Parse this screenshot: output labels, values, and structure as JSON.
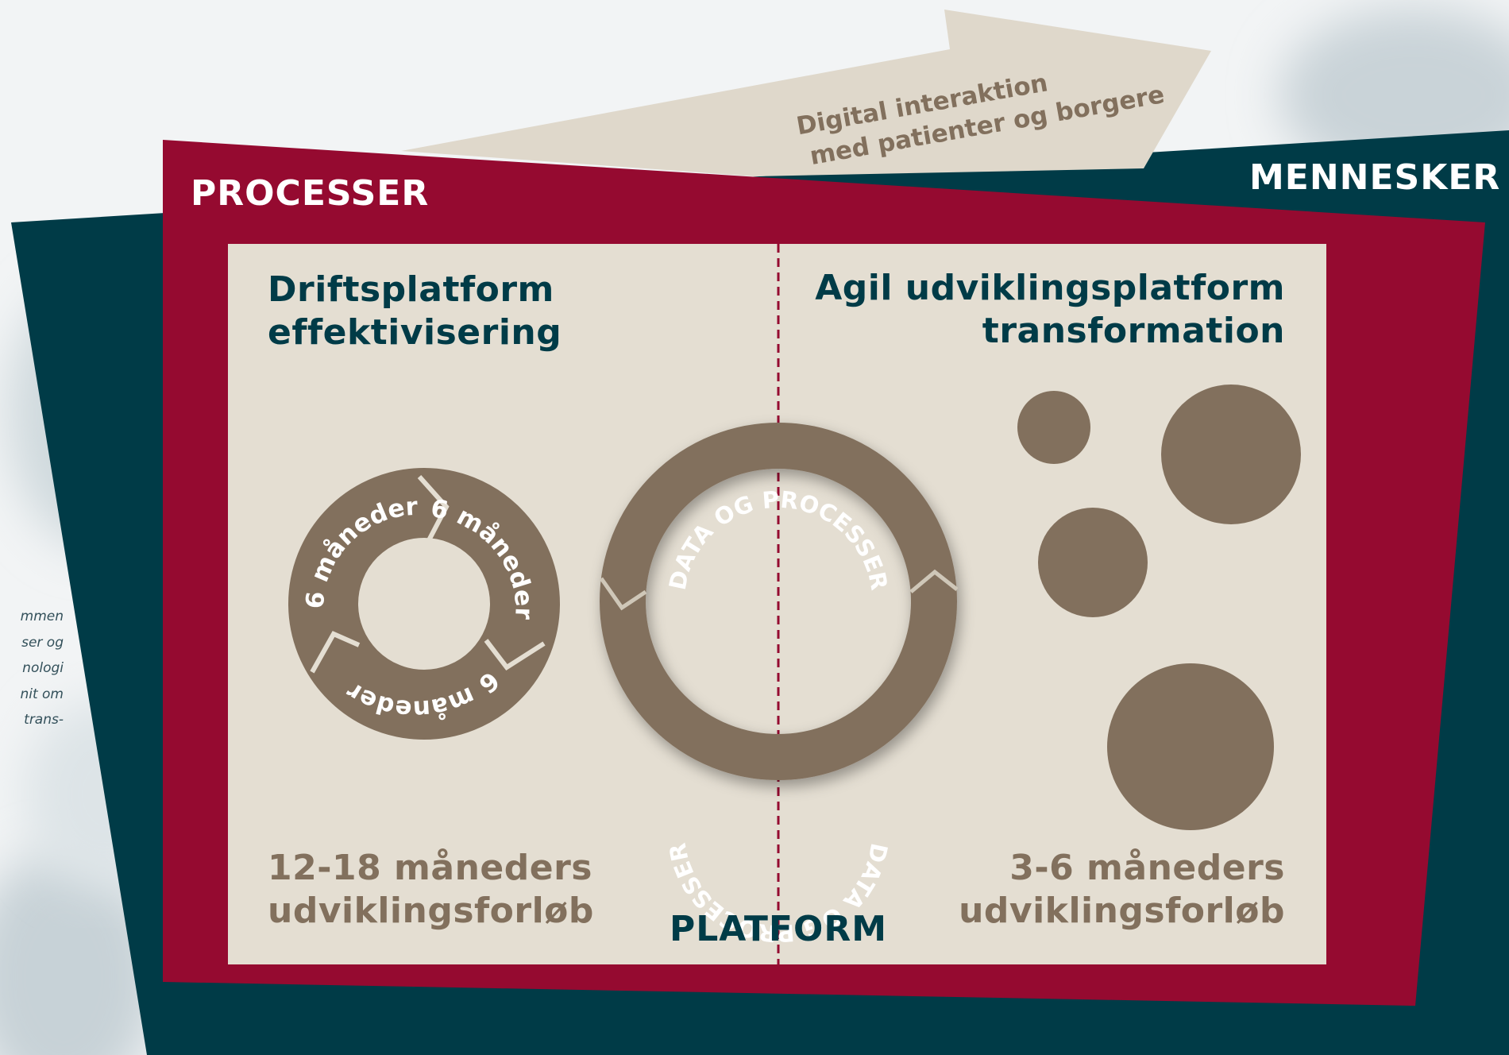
{
  "arrow": {
    "line1": "Digital interaktion",
    "line2": "med patienter og borgere"
  },
  "corners": {
    "processer": "PROCESSER",
    "mennesker": "MENNESKER",
    "platform": "PLATFORM"
  },
  "left_panel": {
    "title_line1": "Driftsplatform",
    "title_line2": "effektivisering",
    "duration_line1": "12-18 måneders",
    "duration_line2": "udviklingsforløb",
    "cycle_label": "6 måneder"
  },
  "right_panel": {
    "title_line1": "Agil udviklingsplatform",
    "title_line2": "transformation",
    "duration_line1": "3-6 måneders",
    "duration_line2": "udviklingsforløb"
  },
  "center_ring": {
    "label": "DATA OG PROCESSER"
  },
  "side_text_fragments": [
    "mmen",
    "ser og",
    "nologi",
    "nit om",
    "trans-"
  ],
  "colors": {
    "teal": "#003b47",
    "crimson": "#950a30",
    "beige": "#e4ded2",
    "arrow_beige": "#dfd8cb",
    "brown": "#82705d"
  }
}
